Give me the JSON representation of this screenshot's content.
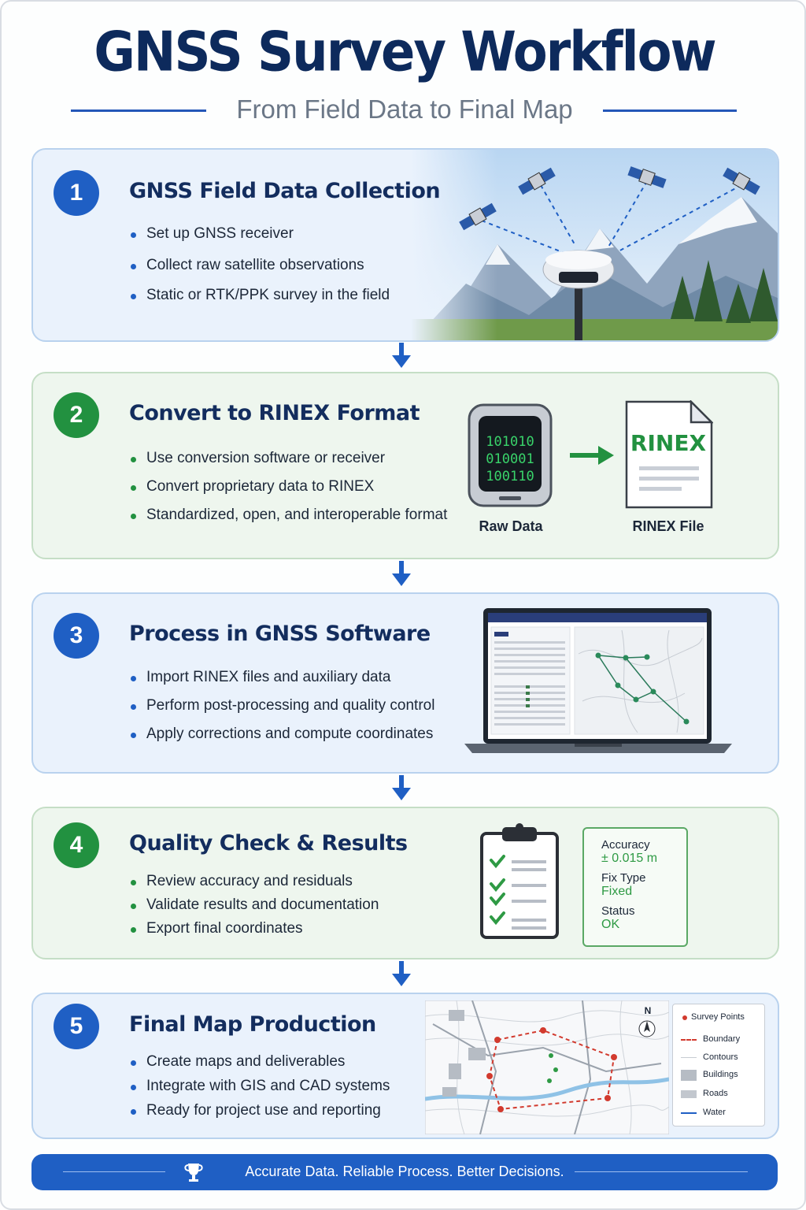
{
  "header": {
    "title": "GNSS Survey Workflow",
    "subtitle": "From Field Data to Final Map"
  },
  "steps": [
    {
      "number": "1",
      "title": "GNSS Field Data Collection",
      "bullets": [
        "Set up GNSS receiver",
        "Collect raw satellite observations",
        "Static or RTK/PPK survey in the field"
      ],
      "illustration": "gnss-receiver-satellites-mountains"
    },
    {
      "number": "2",
      "title": "Convert to RINEX Format",
      "bullets": [
        "Use conversion software or receiver",
        "Convert proprietary data to RINEX",
        "Standardized, open, and interoperable format"
      ],
      "raw_label": "Raw Data",
      "raw_bits": [
        "101010",
        "010001",
        "100110"
      ],
      "file_label": "RINEX File",
      "file_text": "RINEX"
    },
    {
      "number": "3",
      "title": "Process in GNSS Software",
      "bullets": [
        "Import RINEX files and auxiliary data",
        "Perform post-processing and quality control",
        "Apply corrections and compute coordinates"
      ],
      "illustration": "laptop-gnss-processing-software"
    },
    {
      "number": "4",
      "title": "Quality Check & Results",
      "bullets": [
        "Review accuracy and residuals",
        "Validate results and documentation",
        "Export final coordinates"
      ],
      "results": [
        {
          "label": "Accuracy",
          "value": "± 0.015 m"
        },
        {
          "label": "Fix Type",
          "value": "Fixed"
        },
        {
          "label": "Status",
          "value": "OK"
        }
      ]
    },
    {
      "number": "5",
      "title": "Final Map Production",
      "bullets": [
        "Create maps and deliverables",
        "Integrate with GIS and CAD systems",
        "Ready for project use and reporting"
      ],
      "north_label": "N",
      "legend": [
        "Survey Points",
        "Boundary",
        "Contours",
        "Buildings",
        "Roads",
        "Water"
      ]
    }
  ],
  "footer": {
    "text": "Accurate Data. Reliable Process. Better Decisions.",
    "icon": "trophy-icon"
  },
  "colors": {
    "navy": "#0d2a5c",
    "blue": "#1f5fc4",
    "green": "#229140",
    "card_blue": "#eaf2fc",
    "card_green": "#eef6ee"
  }
}
